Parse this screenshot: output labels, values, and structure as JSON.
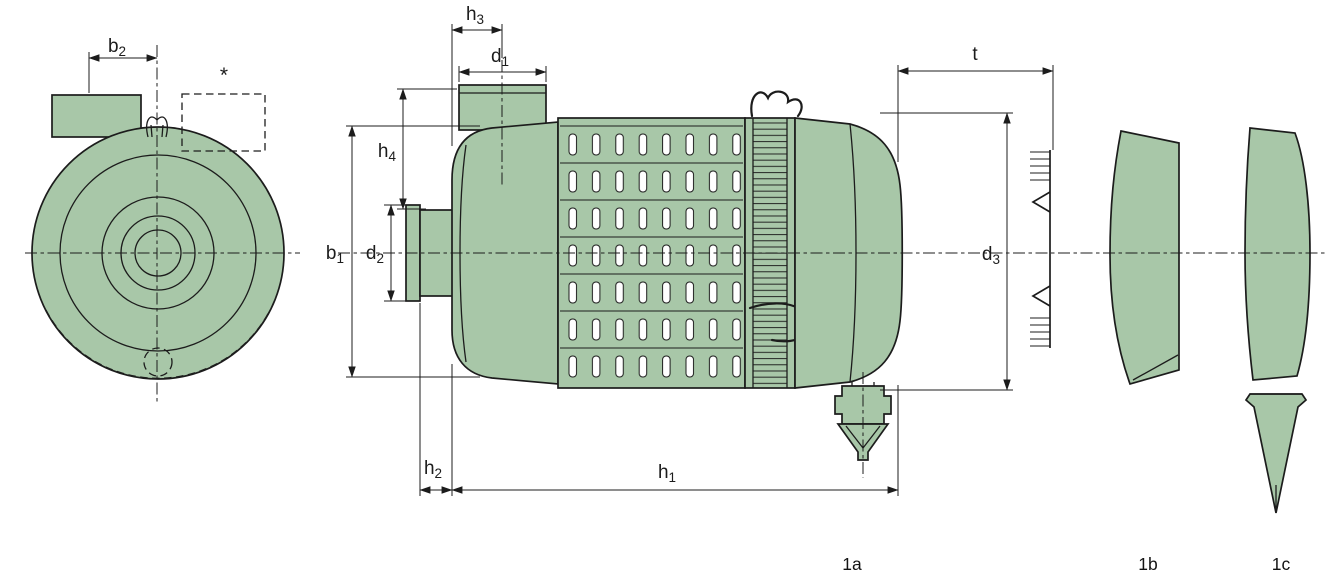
{
  "drawing": {
    "background": "#ffffff",
    "part_fill": "#a8c7a8",
    "line_color": "#1c1c1c",
    "slot_fill": "#ffffff",
    "description": "air filter technical dimension drawing, front view, section side view and service part views"
  },
  "dimension_labels": {
    "b2": {
      "base": "b",
      "sub": "2"
    },
    "h3": {
      "base": "h",
      "sub": "3"
    },
    "d1": {
      "base": "d",
      "sub": "1"
    },
    "t": {
      "base": "t",
      "sub": ""
    },
    "h4": {
      "base": "h",
      "sub": "4"
    },
    "b1": {
      "base": "b",
      "sub": "1"
    },
    "d2": {
      "base": "d",
      "sub": "2"
    },
    "d3": {
      "base": "d",
      "sub": "3"
    },
    "h2": {
      "base": "h",
      "sub": "2"
    },
    "h1": {
      "base": "h",
      "sub": "1"
    }
  },
  "annotations": {
    "asterisk": "*"
  },
  "part_labels": {
    "assembly": "1a",
    "cover": "1b",
    "dust_valve_cover": "1c"
  }
}
